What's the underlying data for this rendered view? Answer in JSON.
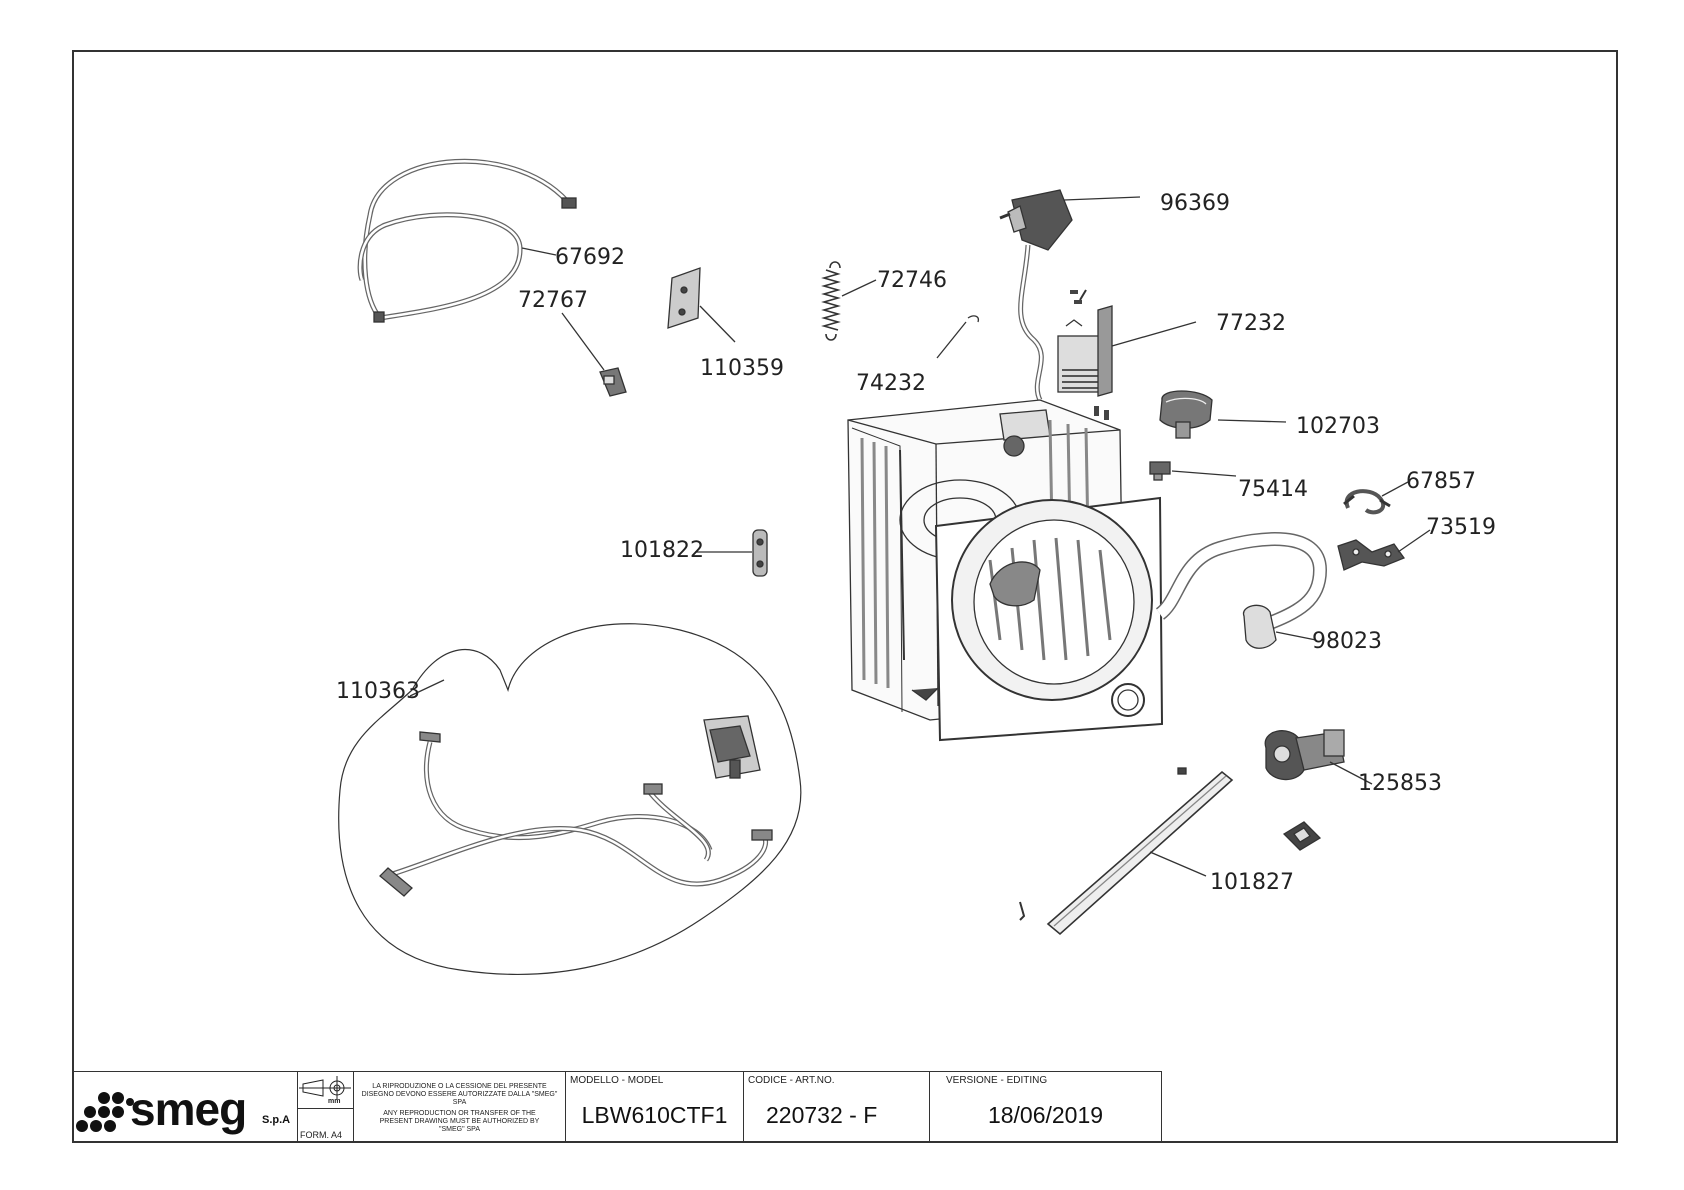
{
  "callouts": {
    "p96369": "96369",
    "p67692": "67692",
    "p72767": "72767",
    "p72746": "72746",
    "p77232": "77232",
    "p110359": "110359",
    "p74232": "74232",
    "p102703": "102703",
    "p75414": "75414",
    "p67857": "67857",
    "p73519": "73519",
    "p101822": "101822",
    "p98023": "98023",
    "p110363": "110363",
    "p125853": "125853",
    "p101827": "101827"
  },
  "title_block": {
    "brand": "smeg",
    "brand_suffix": "S.p.A",
    "format": "FORM. A4",
    "notice_it": "LA RIPRODUZIONE O LA CESSIONE DEL PRESENTE DISEGNO DEVONO ESSERE AUTORIZZATE DALLA \"SMEG\" SPA",
    "notice_en": "ANY REPRODUCTION OR TRANSFER OF THE PRESENT DRAWING MUST BE AUTHORIZED BY \"SMEG\" SPA",
    "model_header": "MODELLO - MODEL",
    "model_value": "LBW610CTF1",
    "code_header": "CODICE - ART.NO.",
    "code_value": "220732 - F",
    "version_header": "VERSIONE - EDITING",
    "version_value": "18/06/2019",
    "unit_mark": "mm"
  },
  "colors": {
    "ink": "#222222",
    "paper": "#ffffff",
    "shade": "#8a8a8a"
  }
}
